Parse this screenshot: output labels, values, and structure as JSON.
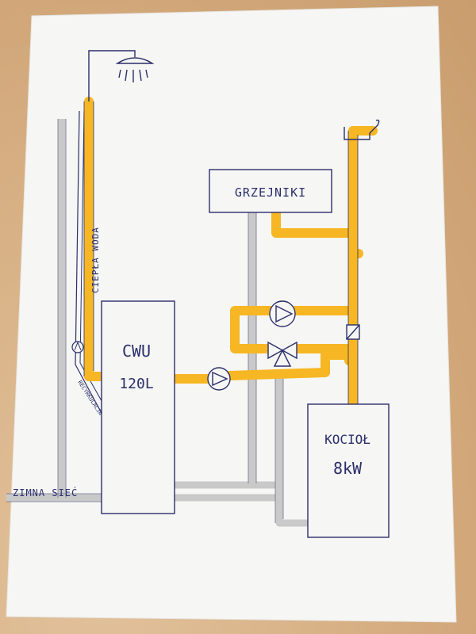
{
  "labels": {
    "heaters": "GRZEJNIKI",
    "tank_line1": "CWU",
    "tank_line2": "120L",
    "boiler_line1": "KOCIOŁ",
    "boiler_line2": "8kW",
    "hot_water": "CIEPŁA WODA",
    "cold_mains": "ZIMNA SIEĆ",
    "circulation": "RECYRKULACJA"
  },
  "colors": {
    "paper": "#f6f6f4",
    "ink": "#2b2f6b",
    "hot_pipe": "#f7b623",
    "cold_pipe": "#c8c8c8"
  },
  "icons": [
    "shower-icon",
    "tap-icon",
    "pump-icon",
    "mixing-valve-icon",
    "check-valve-icon"
  ]
}
